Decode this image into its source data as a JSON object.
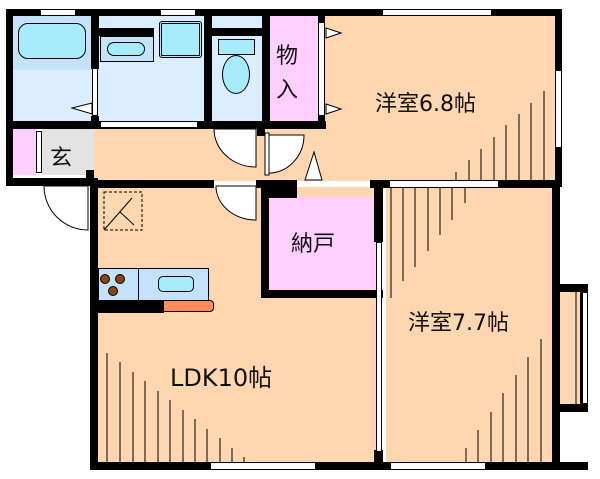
{
  "floorplan": {
    "rooms": {
      "western_room_1": {
        "label": "洋室6.8帖",
        "type": "bedroom"
      },
      "western_room_2": {
        "label": "洋室7.7帖",
        "type": "bedroom"
      },
      "ldk": {
        "label": "LDK10帖",
        "type": "living-dining-kitchen"
      },
      "storage_closet": {
        "label": "物入",
        "label_line1": "物",
        "label_line2": "入",
        "type": "closet"
      },
      "nando": {
        "label": "納戸",
        "type": "storeroom"
      },
      "entrance": {
        "label": "玄",
        "type": "entrance"
      },
      "bathroom": {
        "type": "bath"
      },
      "washroom": {
        "type": "washroom"
      },
      "toilet": {
        "type": "toilet"
      }
    },
    "colors": {
      "room_floor": "#fed7b0",
      "closet": "#ffd0ff",
      "wet_area": "#dbeeff",
      "fixture": "#a8ecfc",
      "entrance": "#e3e3e3",
      "wall": "#000000",
      "counter": "#ff8c5a",
      "burner": "#8b4513"
    }
  }
}
